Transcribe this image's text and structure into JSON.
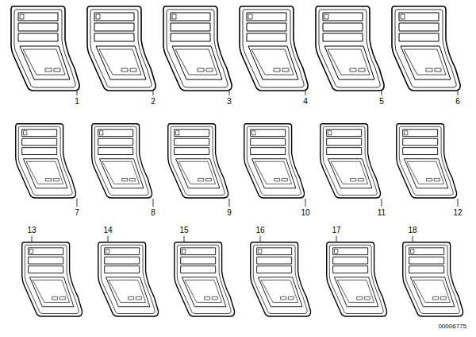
{
  "diagram": {
    "labels": [
      "1",
      "2",
      "3",
      "4",
      "5",
      "6",
      "7",
      "8",
      "9",
      "10",
      "11",
      "12",
      "13",
      "14",
      "15",
      "16",
      "17",
      "18",
      "00006775"
    ]
  }
}
